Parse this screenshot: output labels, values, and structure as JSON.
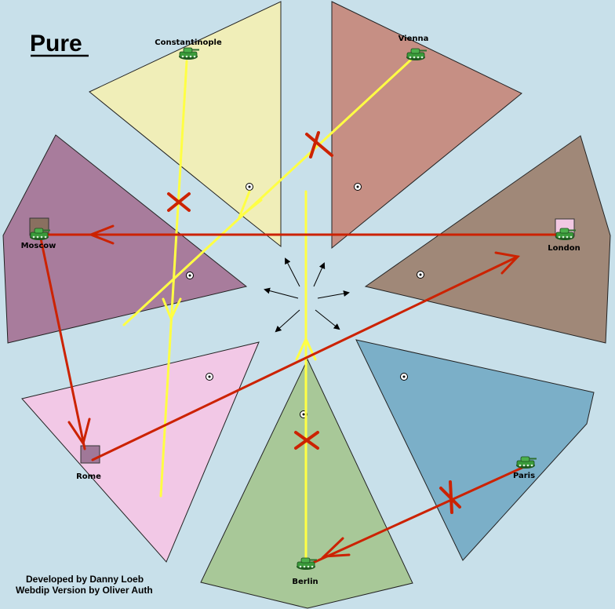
{
  "map": {
    "title": "Pure",
    "credits": [
      "Developed by Danny Loeb",
      "Webdip Version by Oliver Auth"
    ],
    "background_color": "#c8e0ea"
  },
  "territories": [
    {
      "id": "constantinople",
      "label": "Constantinople",
      "color": "#f0eeb8",
      "unit": "army",
      "supply_center_box": null
    },
    {
      "id": "vienna",
      "label": "Vienna",
      "color": "#c68f84",
      "unit": "army",
      "supply_center_box": null
    },
    {
      "id": "london",
      "label": "London",
      "color": "#a08878",
      "unit": "army",
      "supply_center_box": "#f2c8e2"
    },
    {
      "id": "paris",
      "label": "Paris",
      "color": "#7bafc8",
      "unit": "army",
      "supply_center_box": null
    },
    {
      "id": "berlin",
      "label": "Berlin",
      "color": "#a8c898",
      "unit": "army",
      "supply_center_box": null
    },
    {
      "id": "rome",
      "label": "Rome",
      "color": "#f2c8e6",
      "unit": null,
      "supply_center_box": "#a07898"
    },
    {
      "id": "moscow",
      "label": "Moscow",
      "color": "#a87c9c",
      "unit": "army",
      "supply_center_box": "#8a7060"
    }
  ],
  "orders": [
    {
      "id": "constantinople-support",
      "from": "Constantinople",
      "type": "support",
      "status": "failed",
      "color": "#ffff44"
    },
    {
      "id": "vienna-support",
      "from": "Vienna",
      "type": "support",
      "status": "failed",
      "color": "#ffff44"
    },
    {
      "id": "berlin-hold-support",
      "from": "Berlin",
      "type": "support",
      "status": "failed",
      "color": "#ffff44"
    },
    {
      "id": "london-to-moscow",
      "from": "London",
      "to": "Moscow",
      "type": "move",
      "status": "success",
      "color": "#cc2200"
    },
    {
      "id": "moscow-to-rome",
      "from": "Moscow",
      "to": "Rome",
      "type": "move",
      "status": "success",
      "color": "#cc2200"
    },
    {
      "id": "rome-to-london",
      "from": "Rome",
      "to": "London",
      "type": "move",
      "status": "success",
      "color": "#cc2200"
    },
    {
      "id": "paris-to-berlin",
      "from": "Paris",
      "to": "Berlin",
      "type": "move",
      "status": "failed",
      "color": "#cc2200"
    }
  ],
  "colors": {
    "move_arrow": "#cc2200",
    "support_line": "#ffff44",
    "failed_mark": "#cc2200",
    "army_unit": "#2f8a2f"
  }
}
